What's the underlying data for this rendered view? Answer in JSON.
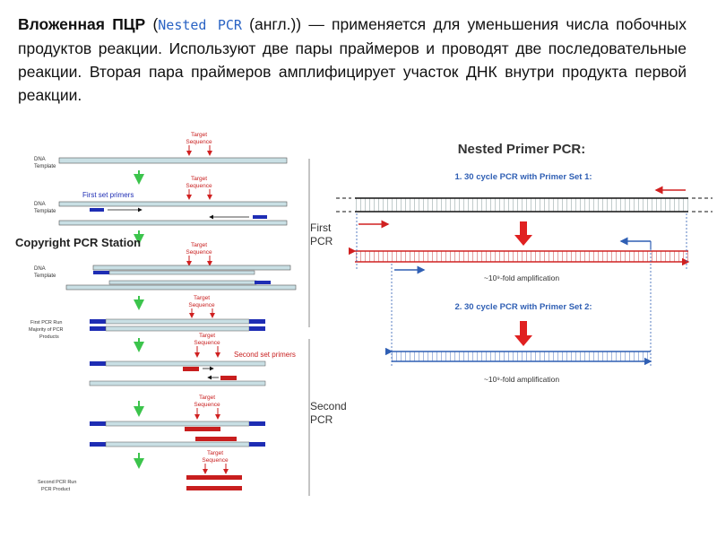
{
  "intro": {
    "term": "Вложенная ПЦР",
    "open_paren": "(",
    "link": "Nested PCR",
    "suffix": " (англ.)) — применяется для уменьшения числа побочных продуктов реакции. Используют две пары праймеров и проводят две последовательные реакции. Вторая пара праймеров амплифицирует участок ДНК внутри продукта первой реакции."
  },
  "left": {
    "target_l1": "Target",
    "target_l2": "Sequence",
    "dna_l1": "DNA",
    "dna_l2": "Template",
    "first_set": "First set primers",
    "watermark": "Copyright PCR Station",
    "first_run_l1": "First PCR Run",
    "first_run_l2": "Majority of PCR",
    "first_run_l3": "Products",
    "second_set": "Second set primers",
    "second_run_l1": "Second PCR Run",
    "second_run_l2": "PCR Product",
    "first_pcr_l1": "First",
    "first_pcr_l2": "PCR",
    "second_pcr_l1": "Second",
    "second_pcr_l2": "PCR"
  },
  "right": {
    "title": "Nested Primer PCR:",
    "step1": "1. 30 cycle PCR with Primer Set 1:",
    "step2": "2. 30 cycle PCR with Primer Set 2:",
    "amp1": "~10⁹-fold amplification",
    "amp2": "~10⁹-fold amplification"
  },
  "colors": {
    "blue_primer": "#1e2db4",
    "red_primer": "#c81e1e",
    "strand": "#c9dfe4",
    "step_blue": "#2f5fb4",
    "arrow_green": "#3cc44c"
  }
}
